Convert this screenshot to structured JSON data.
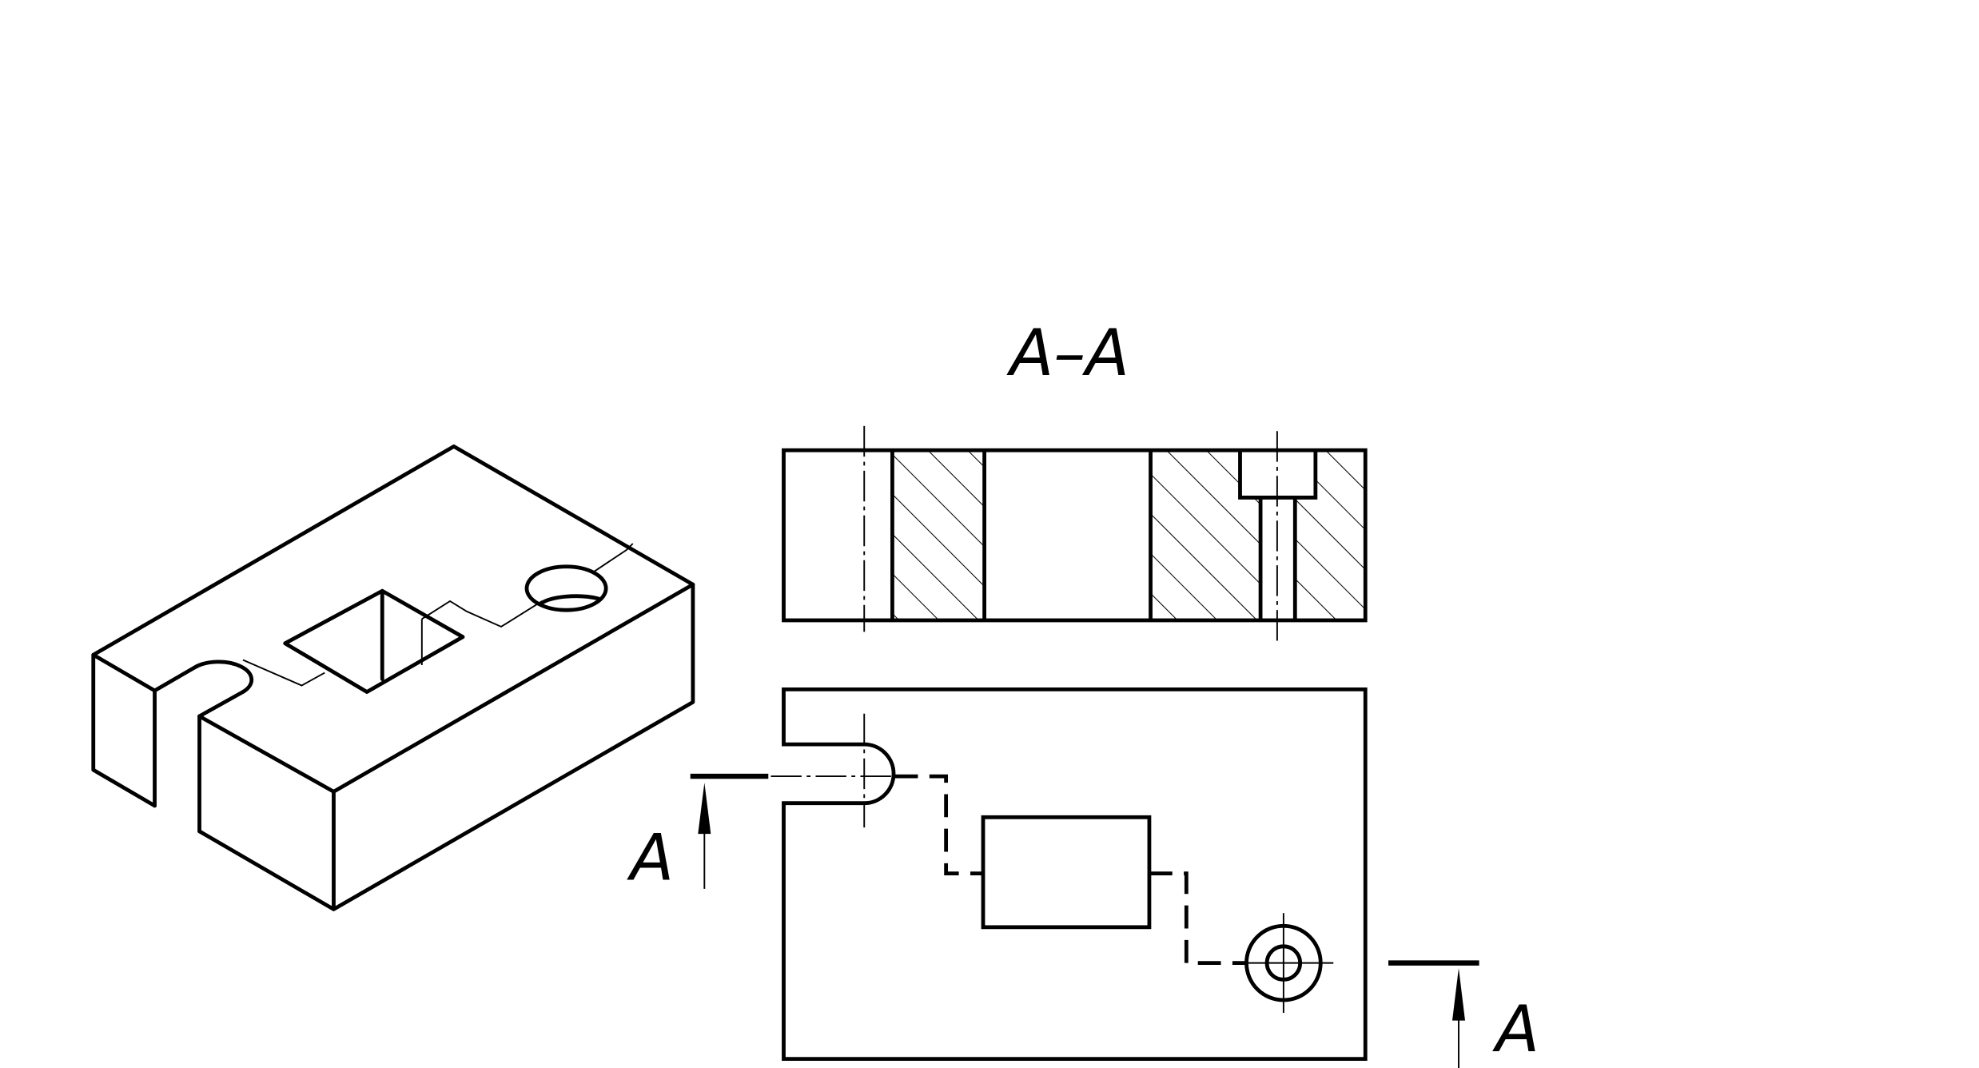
{
  "section_title": "A–A",
  "cut_labels": {
    "left": "A",
    "right": "A"
  },
  "colors": {
    "line": "#000000",
    "background": "#ffffff"
  }
}
